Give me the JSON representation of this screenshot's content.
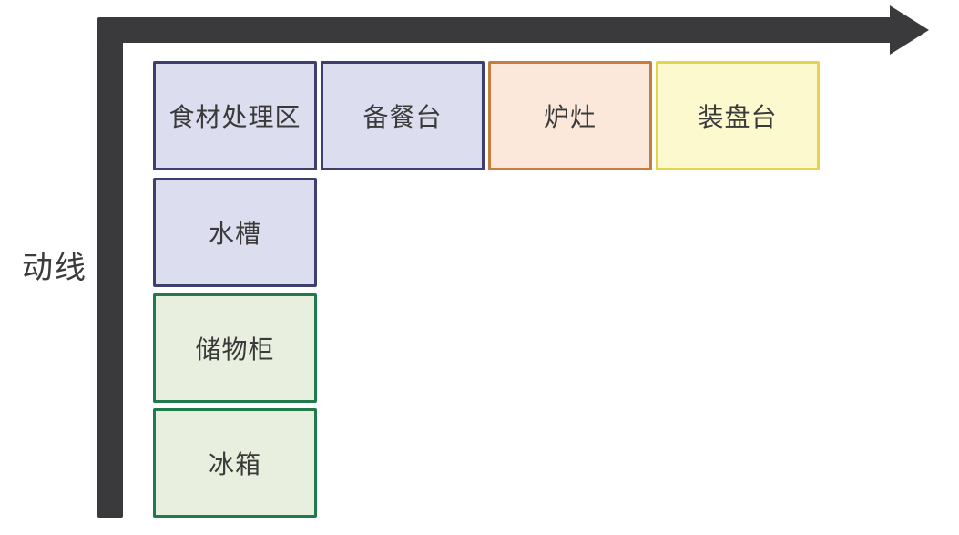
{
  "diagram": {
    "title_label": "动线",
    "arrow": {
      "name": "flow-direction-arrow",
      "color": "#3a393b",
      "direction": "up-then-right"
    },
    "text_color": "#3a3a3a",
    "top_row": [
      {
        "label": "食材处理区",
        "fill": "#dcddef",
        "border": "#3e3e6f"
      },
      {
        "label": "备餐台",
        "fill": "#dcddef",
        "border": "#3e3e6f"
      },
      {
        "label": "炉灶",
        "fill": "#fbe8da",
        "border": "#c97c3f"
      },
      {
        "label": "装盘台",
        "fill": "#fbf9cd",
        "border": "#e5d44c"
      }
    ],
    "left_column": [
      {
        "label": "水槽",
        "fill": "#dcddef",
        "border": "#3e3e6f"
      },
      {
        "label": "储物柜",
        "fill": "#e8efdf",
        "border": "#217a4b"
      },
      {
        "label": "冰箱",
        "fill": "#e8efdf",
        "border": "#217a4b"
      }
    ]
  }
}
